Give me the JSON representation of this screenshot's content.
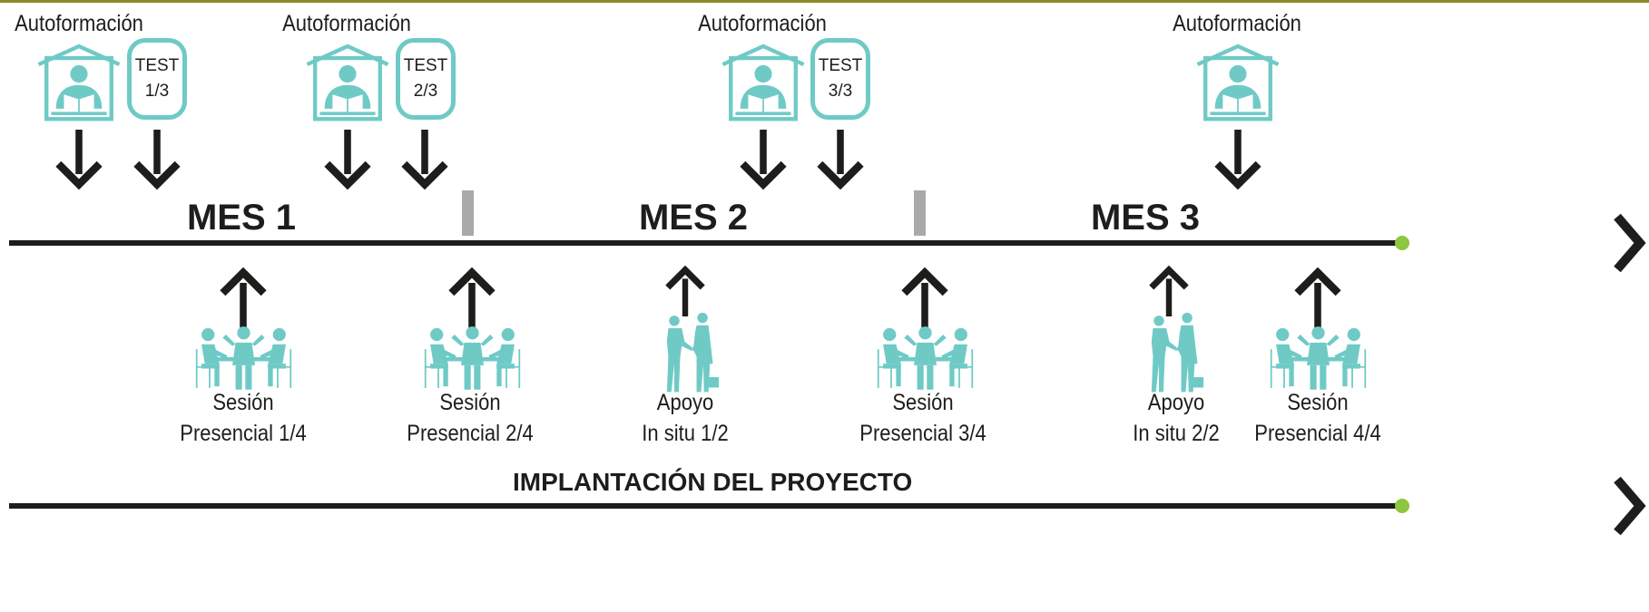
{
  "colors": {
    "accent": "#6fcac6",
    "arrow": "#1d1d1b",
    "divider": "#a9a9a9",
    "endpoint": "#8dc63f"
  },
  "self_training": [
    {
      "label": "Autoformación",
      "test": {
        "word": "TEST",
        "count": "1/3"
      }
    },
    {
      "label": "Autoformación",
      "test": {
        "word": "TEST",
        "count": "2/3"
      }
    },
    {
      "label": "Autoformación",
      "test": {
        "word": "TEST",
        "count": "3/3"
      }
    },
    {
      "label": "Autoformación"
    }
  ],
  "months": [
    "MES 1",
    "MES 2",
    "MES 3"
  ],
  "activities": [
    {
      "type": "meeting-icon",
      "line1": "Sesión",
      "line2": "Presencial 1/4"
    },
    {
      "type": "meeting-icon",
      "line1": "Sesión",
      "line2": "Presencial 2/4"
    },
    {
      "type": "handshake-icon",
      "line1": "Apoyo",
      "line2": "In situ 1/2"
    },
    {
      "type": "meeting-icon",
      "line1": "Sesión",
      "line2": "Presencial 3/4"
    },
    {
      "type": "handshake-icon",
      "line1": "Apoyo",
      "line2": "In situ 2/2"
    },
    {
      "type": "meeting-icon",
      "line1": "Sesión",
      "line2": "Presencial 4/4"
    }
  ],
  "project_label": "IMPLANTACIÓN DEL PROYECTO"
}
